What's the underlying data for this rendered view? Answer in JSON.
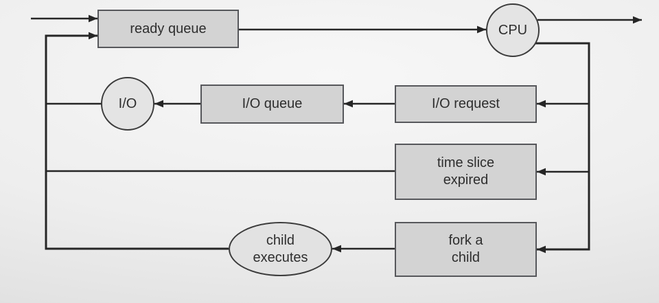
{
  "diagram": {
    "nodes": [
      {
        "id": "ready-queue",
        "type": "box",
        "label": "ready queue"
      },
      {
        "id": "cpu",
        "type": "circle",
        "label": "CPU"
      },
      {
        "id": "io",
        "type": "circle",
        "label": "I/O"
      },
      {
        "id": "io-queue",
        "type": "box",
        "label": "I/O queue"
      },
      {
        "id": "io-request",
        "type": "box",
        "label": "I/O request"
      },
      {
        "id": "time-slice-expired",
        "type": "box",
        "label": "time slice\nexpired"
      },
      {
        "id": "fork-a-child",
        "type": "box",
        "label": "fork a\nchild"
      },
      {
        "id": "child-executes",
        "type": "ellipse",
        "label": "child\nexecutes"
      }
    ],
    "edges": [
      {
        "from": "entry",
        "to": "ready-queue"
      },
      {
        "from": "ready-queue",
        "to": "cpu"
      },
      {
        "from": "cpu",
        "to": "exit"
      },
      {
        "from": "cpu",
        "to": "io-request"
      },
      {
        "from": "cpu",
        "to": "time-slice-expired"
      },
      {
        "from": "cpu",
        "to": "fork-a-child"
      },
      {
        "from": "io-request",
        "to": "io-queue"
      },
      {
        "from": "io-queue",
        "to": "io"
      },
      {
        "from": "io",
        "to": "ready-queue"
      },
      {
        "from": "time-slice-expired",
        "to": "ready-queue"
      },
      {
        "from": "fork-a-child",
        "to": "child-executes"
      },
      {
        "from": "child-executes",
        "to": "ready-queue"
      }
    ],
    "colors": {
      "box_fill": "#d3d3d3",
      "box_border": "#56575b",
      "circle_fill": "#e4e4e4",
      "circle_border": "#3b3b3b",
      "line": "#262626",
      "text": "#2e2e2e",
      "background": "#ededed"
    }
  }
}
